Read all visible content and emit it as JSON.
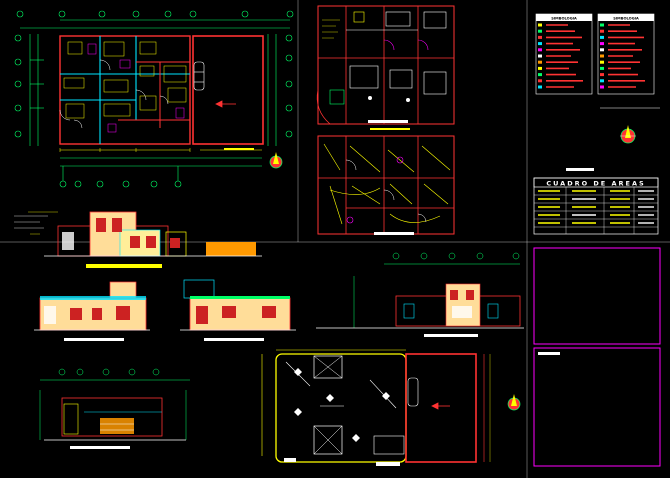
{
  "sheet": {
    "background": "#000000",
    "colors": {
      "wall": "#ff3333",
      "annotation": "#ffff00",
      "dimension": "#00ff66",
      "furniture": "#ffffff",
      "cyan": "#00e5ff",
      "magenta": "#ff00ff",
      "orange": "#ff9900"
    }
  },
  "panels": {
    "plan_main": {
      "label": "floor-plan-main"
    },
    "plan_upper": {
      "label": "floor-plan-upper"
    },
    "plan_lower": {
      "label": "floor-plan-lower"
    },
    "plan_roof": {
      "label": "roof-plan"
    },
    "elevation_front": {
      "label": "front-elevation"
    },
    "elevation_left": {
      "label": "side-elevation-left"
    },
    "elevation_right": {
      "label": "side-elevation-right"
    },
    "section_a": {
      "label": "section-a"
    },
    "section_b": {
      "label": "section-b"
    }
  },
  "legends": {
    "left": {
      "header": "SIMBOLOGIA"
    },
    "right": {
      "header": "SIMBOLOGIA"
    }
  },
  "areas_table": {
    "title": "CUADRO DE AREAS"
  },
  "icons": {
    "north_arrow": "north-arrow-icon"
  }
}
